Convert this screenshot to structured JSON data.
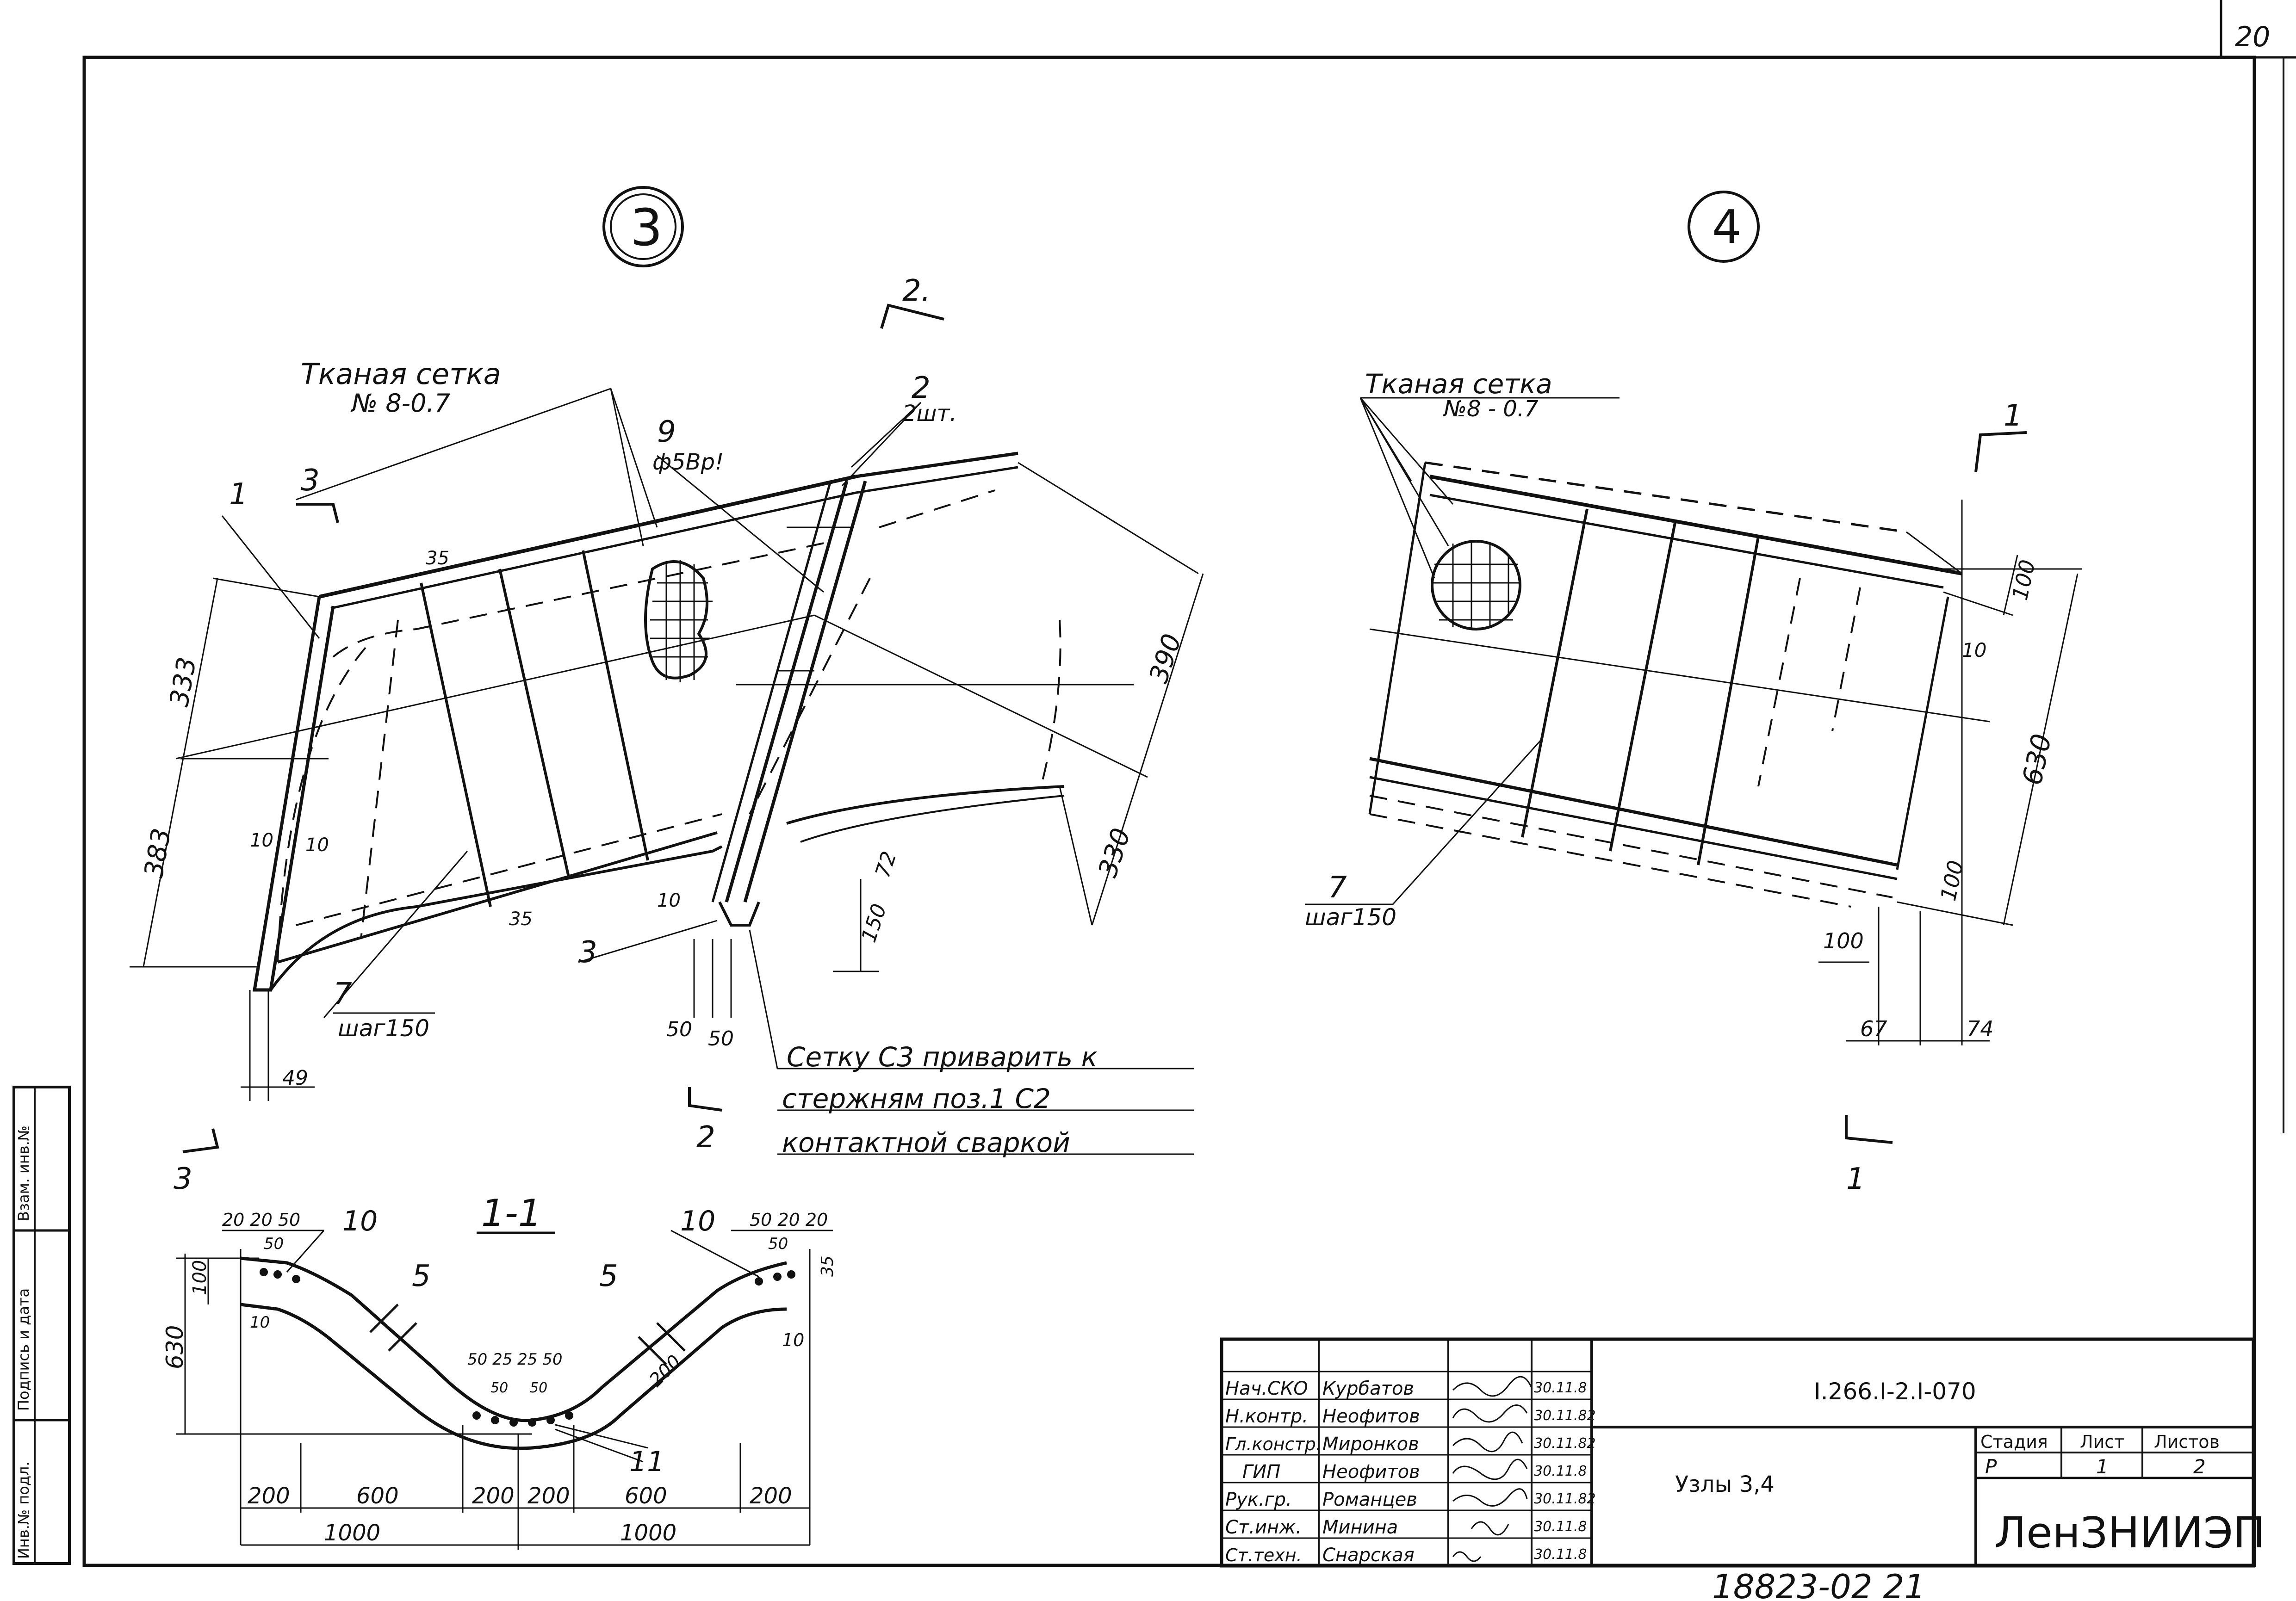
{
  "page": {
    "number": "20"
  },
  "side_stamp": {
    "inv_podl": "Инв.№ подл.",
    "podpis_data": "Подпись и дата",
    "vzam_inv": "Взам. инв.№"
  },
  "node3": {
    "marker": "3",
    "section_2_top": "2.",
    "section_2_bottom": "2",
    "section_3_top": "3",
    "section_3_bottom": "3",
    "mesh_label_1": "Тканая сетка",
    "mesh_label_2": "№ 8-0.7",
    "pos_1": "1",
    "pos_2": "2",
    "pos_2_qty": "2шт.",
    "pos_9": "9",
    "pos_9_spec": "ф5Вр!",
    "pos_3": "3",
    "pos_7": "7",
    "pos_7_step": "шаг150",
    "dim_333": "333",
    "dim_383": "383",
    "dim_35_top": "35",
    "dim_35_bot": "35",
    "dim_10a": "10",
    "dim_10b": "10",
    "dim_10c": "10",
    "dim_390": "390",
    "dim_330": "330",
    "dim_72": "72",
    "dim_150": "150",
    "dim_50a": "50",
    "dim_50b": "50",
    "dim_49": "49",
    "note_1": "Сетку С3 приварить к",
    "note_2": "стержням поз.1 С2",
    "note_3": "контактной сваркой"
  },
  "node4": {
    "marker": "4",
    "section_1_top": "1",
    "section_1_bottom": "1",
    "mesh_label_1": "Тканая сетка",
    "mesh_label_2": "№8 - 0.7",
    "pos_7": "7",
    "pos_7_step": "шаг150",
    "dim_100_top": "100",
    "dim_10": "10",
    "dim_630": "630",
    "dim_100_right": "100",
    "dim_100_bot": "100",
    "dim_67": "67",
    "dim_74": "74"
  },
  "section_1_1": {
    "title": "1-1",
    "dim_630": "630",
    "dim_100_l": "100",
    "dim_10_l": "10",
    "dim_20_20_50_l": "20 20 50",
    "dim_50_l": "50",
    "dim_10_pos_l": "10",
    "dim_10_pos_r": "10",
    "dim_50_20_20_r": "50 20 20",
    "dim_50_r": "50",
    "dim_35_r": "35",
    "dim_10_r": "10",
    "pos_5_l": "5",
    "pos_5_r": "5",
    "dim_200_diag": "200",
    "dim_mid": "50 25 25 50",
    "dim_50_mid_l": "50",
    "dim_50_mid_r": "50",
    "pos_11": "11",
    "bottom_dims": [
      "200",
      "600",
      "200",
      "200",
      "600",
      "200"
    ],
    "bottom_total": [
      "1000",
      "1000"
    ]
  },
  "title_block": {
    "roles": [
      "Нач.СКО",
      "Н.контр.",
      "Гл.констр.",
      "ГИП",
      "Рук.гр.",
      "Ст.инж.",
      "Ст.техн."
    ],
    "names": [
      "Курбатов",
      "Неофитов",
      "Миронков",
      "Неофитов",
      "Романцев",
      "Минина",
      "Снарская"
    ],
    "dates": [
      "30.11.8",
      "30.11.82",
      "30.11.82",
      "30.11.8",
      "30.11.82",
      "30.11.8",
      "30.11.8"
    ],
    "doc_code": "I.266.I-2.I-070",
    "sheet_title": "Узлы 3,4",
    "stage_label": "Стадия",
    "sheet_label": "Лист",
    "sheets_label": "Листов",
    "stage": "Р",
    "sheet": "1",
    "sheets": "2",
    "org": "ЛенЗНИИЭП"
  },
  "archive_number": "18823-02 21"
}
